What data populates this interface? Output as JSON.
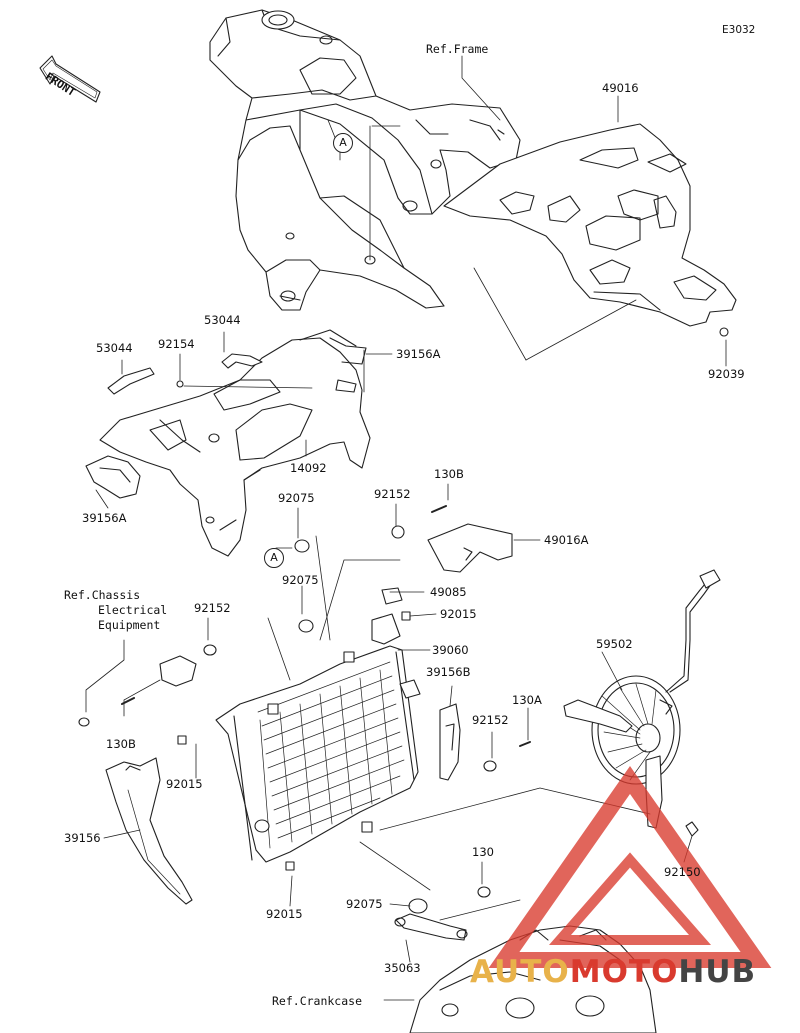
{
  "diagram": {
    "code": "E3032",
    "front_label": "FRONT",
    "callout_letter": "A"
  },
  "refs": {
    "frame": "Ref.Frame",
    "chassis_line1": "Ref.Chassis",
    "chassis_line2": "Electrical",
    "chassis_line3": "Equipment",
    "crankcase": "Ref.Crankcase"
  },
  "parts": [
    "49016",
    "92039",
    "53044",
    "53044",
    "92154",
    "39156A",
    "14092",
    "39156A",
    "130B",
    "92152",
    "49016A",
    "92075",
    "92075",
    "49085",
    "92015",
    "39060",
    "92152",
    "39156B",
    "130A",
    "92152",
    "130B",
    "92015",
    "59502",
    "39156",
    "92150",
    "130",
    "92075",
    "92015",
    "35063"
  ],
  "watermark": {
    "part1": "AUTO",
    "part2": "MOTO",
    "part3": "HUB",
    "color_red": "#d93a2e",
    "color_amber": "#e8b24a"
  }
}
